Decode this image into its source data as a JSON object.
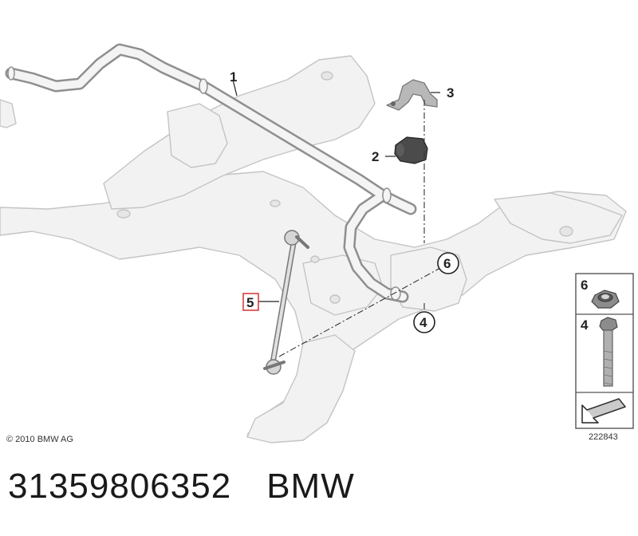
{
  "diagram": {
    "callouts": {
      "c1": "1",
      "c2": "2",
      "c3": "3",
      "c4": "4",
      "c5": "5",
      "c6": "6"
    },
    "legend": {
      "item_top": "6",
      "item_bottom": "4"
    },
    "copyright": "© 2010 BMW AG",
    "image_number": "222843"
  },
  "footer": {
    "part_number": "31359806352",
    "brand": "BMW"
  }
}
